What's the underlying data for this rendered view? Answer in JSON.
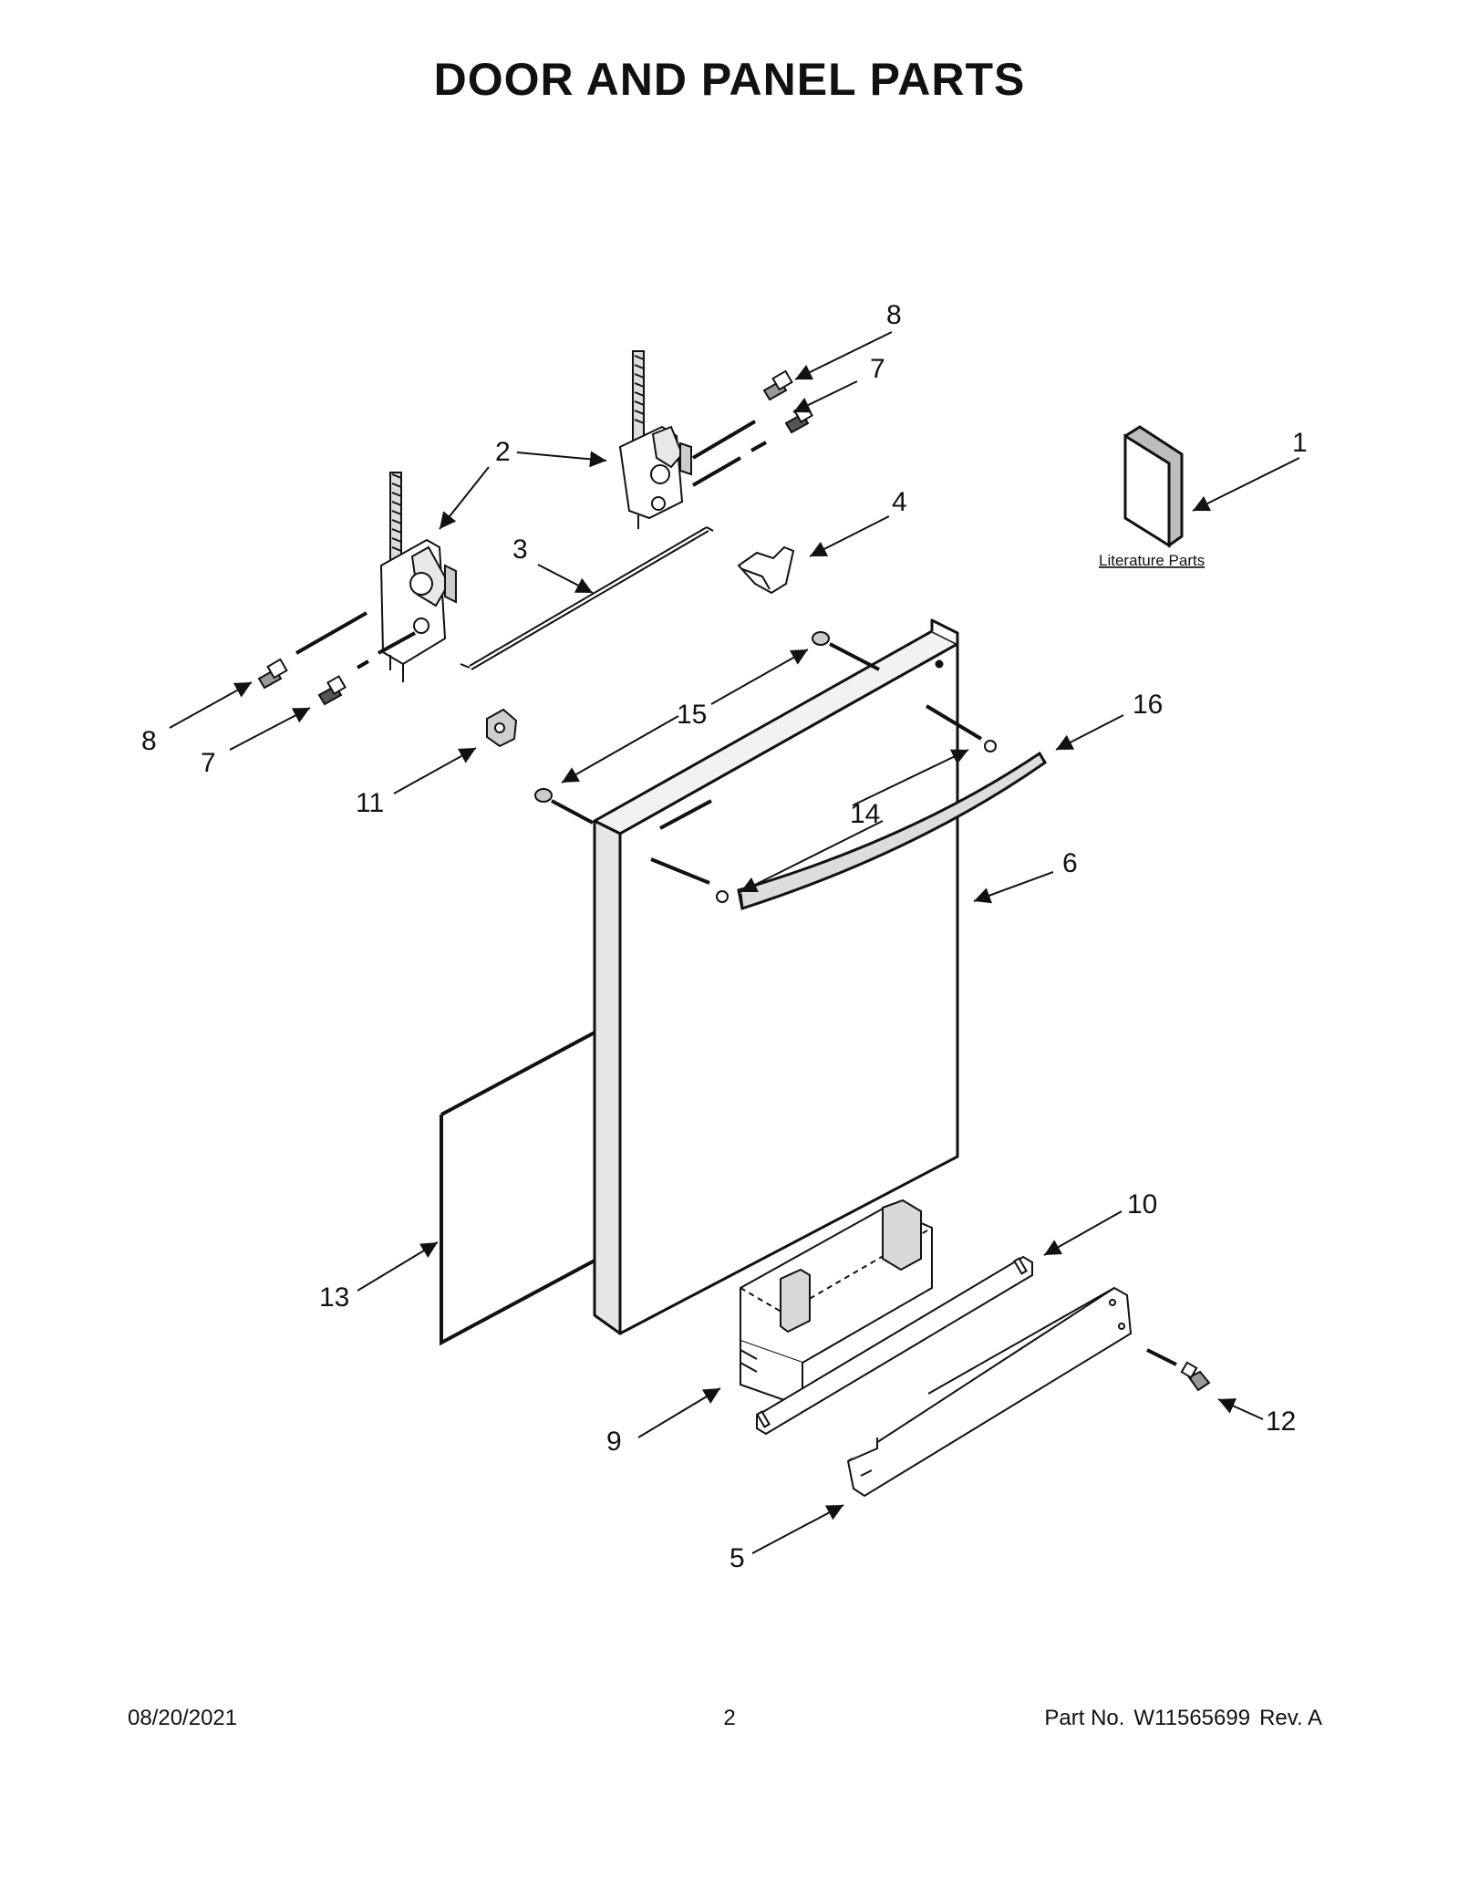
{
  "title": "DOOR AND PANEL PARTS",
  "callouts": {
    "c1": "1",
    "c2": "2",
    "c3": "3",
    "c4": "4",
    "c5": "5",
    "c6": "6",
    "c7a": "7",
    "c7b": "7",
    "c8a": "8",
    "c8b": "8",
    "c9": "9",
    "c10": "10",
    "c11": "11",
    "c12": "12",
    "c13": "13",
    "c14": "14",
    "c15": "15",
    "c16": "16"
  },
  "literature_label": "Literature Parts",
  "footer": {
    "date": "08/20/2021",
    "page": "2",
    "part_label": "Part No.",
    "part_number": "W11565699",
    "rev": "Rev. A"
  }
}
